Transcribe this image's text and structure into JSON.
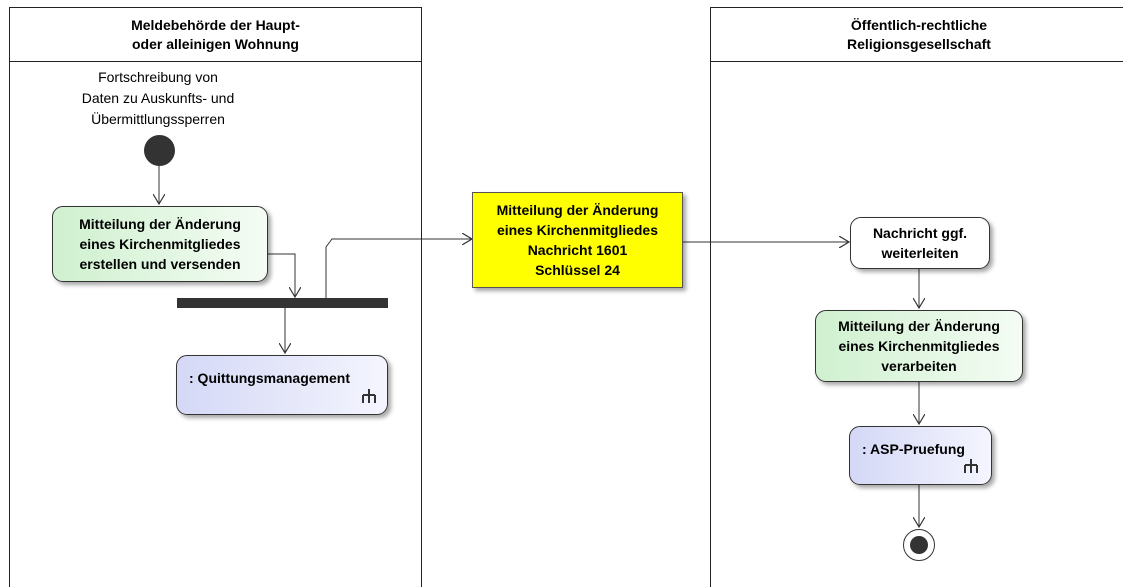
{
  "lanes": [
    {
      "title": "Meldebehörde der Haupt-\noder alleinigen Wohnung"
    },
    {
      "title": "Öffentlich-rechtliche\nReligionsgesellschaft"
    }
  ],
  "start_note": "Fortschreibung von\nDaten zu Auskunfts- und\nÜbermittlungssperren",
  "actions": {
    "create_send": "Mitteilung der Änderung\neines Kirchenmitgliedes\nerstellen und versenden",
    "quittung": ": Quittungsmanagement",
    "forward": "Nachricht ggf.\nweiterleiten",
    "process": "Mitteilung der Änderung\neines Kirchenmitgliedes\nverarbeiten",
    "asp": ": ASP-Pruefung"
  },
  "object_node": "Mitteilung der Änderung\neines Kirchenmitgliedes\nNachricht 1601\nSchlüssel 24",
  "colors": {
    "action_green": "#cff0cf",
    "call_blue": "#d4d8f6",
    "object_yellow": "#ffff00",
    "node_dark": "#333333"
  }
}
